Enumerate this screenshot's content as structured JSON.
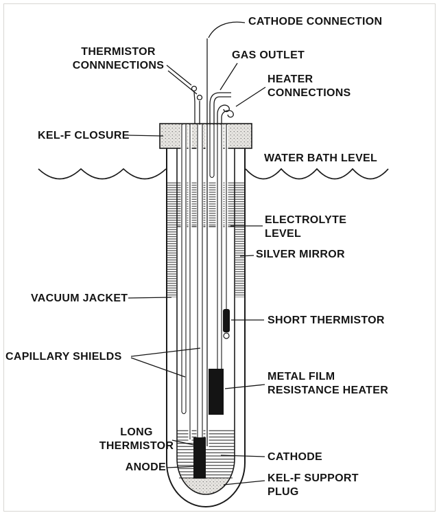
{
  "figure": {
    "colors": {
      "ink": "#1a1a1a",
      "background": "#ffffff",
      "component_fill": "#141414",
      "closure_fill": "#e6e4e0"
    }
  },
  "labels": {
    "cathode_connection": "CATHODE CONNECTION",
    "thermistor_connections": [
      "THERMISTOR",
      "CONNNECTIONS"
    ],
    "gas_outlet": "GAS OUTLET",
    "heater_connections": [
      "HEATER",
      "CONNECTIONS"
    ],
    "kel_f_closure": "KEL-F CLOSURE",
    "water_bath_level": "WATER BATH LEVEL",
    "electrolyte_level": [
      "ELECTROLYTE",
      "LEVEL"
    ],
    "silver_mirror": "SILVER MIRROR",
    "vacuum_jacket": "VACUUM JACKET",
    "capillary_shields": "CAPILLARY SHIELDS",
    "short_thermistor": "SHORT THERMISTOR",
    "metal_film_resistance_heater": [
      "METAL FILM",
      "RESISTANCE HEATER"
    ],
    "long_thermistor": [
      "LONG",
      "THERMISTOR"
    ],
    "anode": "ANODE",
    "cathode": "CATHODE",
    "kel_f_support_plug": [
      "KEL-F SUPPORT",
      "PLUG"
    ]
  }
}
